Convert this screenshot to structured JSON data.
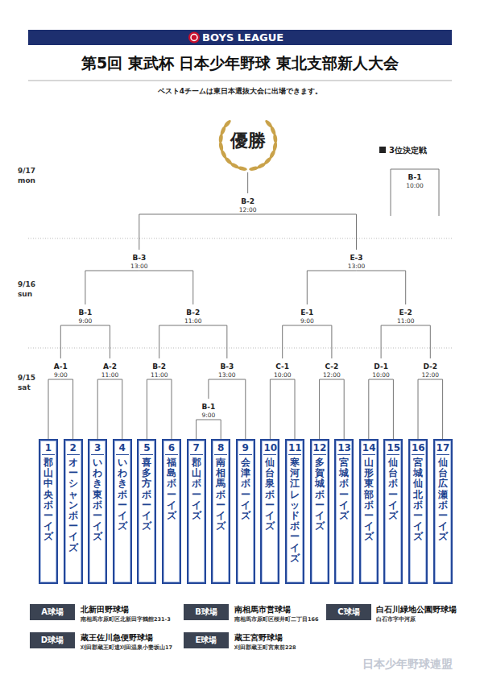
{
  "diagram": {
    "title": "第5回 東武杯 日本少年野球 東北支部新人大会",
    "nodes": [
      {
        "text": [
          "優勝"
        ]
      },
      {
        "text": [
          "B-1",
          "10:00"
        ]
      },
      {
        "text": [
          "B-2",
          "12:00"
        ]
      },
      {
        "text": [
          "B-3",
          "13:00"
        ]
      },
      {
        "text": [
          "E-3",
          "13:00"
        ]
      },
      {
        "text": [
          "B-1",
          "9:00"
        ]
      },
      {
        "text": [
          "B-2",
          "11:00"
        ]
      },
      {
        "text": [
          "E-1",
          "9:00"
        ]
      },
      {
        "text": [
          "E-2",
          "11:00"
        ]
      },
      {
        "text": [
          "A-1",
          "9:00"
        ]
      },
      {
        "text": [
          "A-2",
          "11:00"
        ]
      },
      {
        "text": [
          "B-2",
          "11:00"
        ]
      },
      {
        "text": [
          "B-3",
          "13:00"
        ]
      },
      {
        "text": [
          "C-1",
          "10:00"
        ]
      },
      {
        "text": [
          "C-2",
          "12:00"
        ]
      },
      {
        "text": [
          "D-1",
          "10:00"
        ]
      },
      {
        "text": [
          "D-2",
          "12:00"
        ]
      },
      {
        "text": [
          "B-1",
          "9:00"
        ]
      },
      {
        "text": [
          "1",
          "郡山中央ボーイズ"
        ]
      },
      {
        "text": [
          "2",
          "オーシャンボーイズ"
        ]
      },
      {
        "text": [
          "3",
          "いわき東ボーイズ"
        ]
      },
      {
        "text": [
          "4",
          "いわきボーイズ"
        ]
      },
      {
        "text": [
          "5",
          "喜多方ボーイズ"
        ]
      },
      {
        "text": [
          "6",
          "福島ボーイズ"
        ]
      },
      {
        "text": [
          "7",
          "郡山ボーイズ"
        ]
      },
      {
        "text": [
          "8",
          "南相馬ボーイズ"
        ]
      },
      {
        "text": [
          "9",
          "会津ボーイズ"
        ]
      },
      {
        "text": [
          "10",
          "仙台泉ボーイズ"
        ]
      },
      {
        "text": [
          "11",
          "寒河江レッドボーイズ"
        ]
      },
      {
        "text": [
          "12",
          "多賀城ボーイズ"
        ]
      },
      {
        "text": [
          "13",
          "宮城ボーイズ"
        ]
      },
      {
        "text": [
          "14",
          "山形東部ボーイズ"
        ]
      },
      {
        "text": [
          "15",
          "仙台ボーイズ"
        ]
      },
      {
        "text": [
          "16",
          "宮城仙北ボーイズ"
        ]
      },
      {
        "text": [
          "17",
          "仙台広瀬ボーイズ"
        ]
      },
      {
        "text": [
          "A球場"
        ]
      },
      {
        "text": [
          "B球場"
        ]
      },
      {
        "text": [
          "C球場"
        ]
      },
      {
        "text": [
          "D球場"
        ]
      },
      {
        "text": [
          "E球場"
        ]
      }
    ],
    "edges": [
      {
        "from": 2,
        "to": 0,
        "arrow": "none"
      },
      {
        "from": 3,
        "to": 2,
        "arrow": "none"
      },
      {
        "from": 4,
        "to": 2,
        "arrow": "none"
      },
      {
        "from": 5,
        "to": 3,
        "arrow": "none"
      },
      {
        "from": 6,
        "to": 3,
        "arrow": "none"
      },
      {
        "from": 7,
        "to": 4,
        "arrow": "none"
      },
      {
        "from": 8,
        "to": 4,
        "arrow": "none"
      },
      {
        "from": 9,
        "to": 5,
        "arrow": "none"
      },
      {
        "from": 10,
        "to": 5,
        "arrow": "none"
      },
      {
        "from": 11,
        "to": 6,
        "arrow": "none"
      },
      {
        "from": 12,
        "to": 6,
        "arrow": "none"
      },
      {
        "from": 13,
        "to": 7,
        "arrow": "none"
      },
      {
        "from": 14,
        "to": 7,
        "arrow": "none"
      },
      {
        "from": 15,
        "to": 8,
        "arrow": "none"
      },
      {
        "from": 16,
        "to": 8,
        "arrow": "none"
      },
      {
        "from": 18,
        "to": 9,
        "arrow": "none"
      },
      {
        "from": 19,
        "to": 9,
        "arrow": "none"
      },
      {
        "from": 20,
        "to": 10,
        "arrow": "none"
      },
      {
        "from": 21,
        "to": 10,
        "arrow": "none"
      },
      {
        "from": 22,
        "to": 11,
        "arrow": "none"
      },
      {
        "from": 23,
        "to": 11,
        "arrow": "none"
      },
      {
        "from": 17,
        "to": 12,
        "arrow": "none"
      },
      {
        "from": 26,
        "to": 12,
        "arrow": "none"
      },
      {
        "from": 27,
        "to": 13,
        "arrow": "none"
      },
      {
        "from": 28,
        "to": 13,
        "arrow": "none"
      },
      {
        "from": 29,
        "to": 14,
        "arrow": "none"
      },
      {
        "from": 30,
        "to": 14,
        "arrow": "none"
      },
      {
        "from": 31,
        "to": 15,
        "arrow": "none"
      },
      {
        "from": 32,
        "to": 15,
        "arrow": "none"
      },
      {
        "from": 33,
        "to": 16,
        "arrow": "none"
      },
      {
        "from": 34,
        "to": 16,
        "arrow": "none"
      },
      {
        "from": 24,
        "to": 17,
        "arrow": "none"
      },
      {
        "from": 25,
        "to": 17,
        "arrow": "none"
      }
    ],
    "labels": [
      "BOYS LEAGUE",
      "ベスト4チームは東日本選抜大会に出場できます。",
      "3位決定戦",
      "9/17",
      "mon",
      "9/16",
      "sun",
      "9/15",
      "sat",
      "北新田野球場",
      "南相馬市原町区北新田字鶴館231-3",
      "南相馬市営球場",
      "南相馬市原町区桜井町二丁目166",
      "白石川緑地公園野球場",
      "白石市字中河原",
      "蔵王佐川急便野球場",
      "刈田郡蔵王町遠刈田温泉小妻坂山17",
      "蔵王宮野球場",
      "刈田郡蔵王町宮東前228",
      "日本少年野球連盟"
    ]
  }
}
